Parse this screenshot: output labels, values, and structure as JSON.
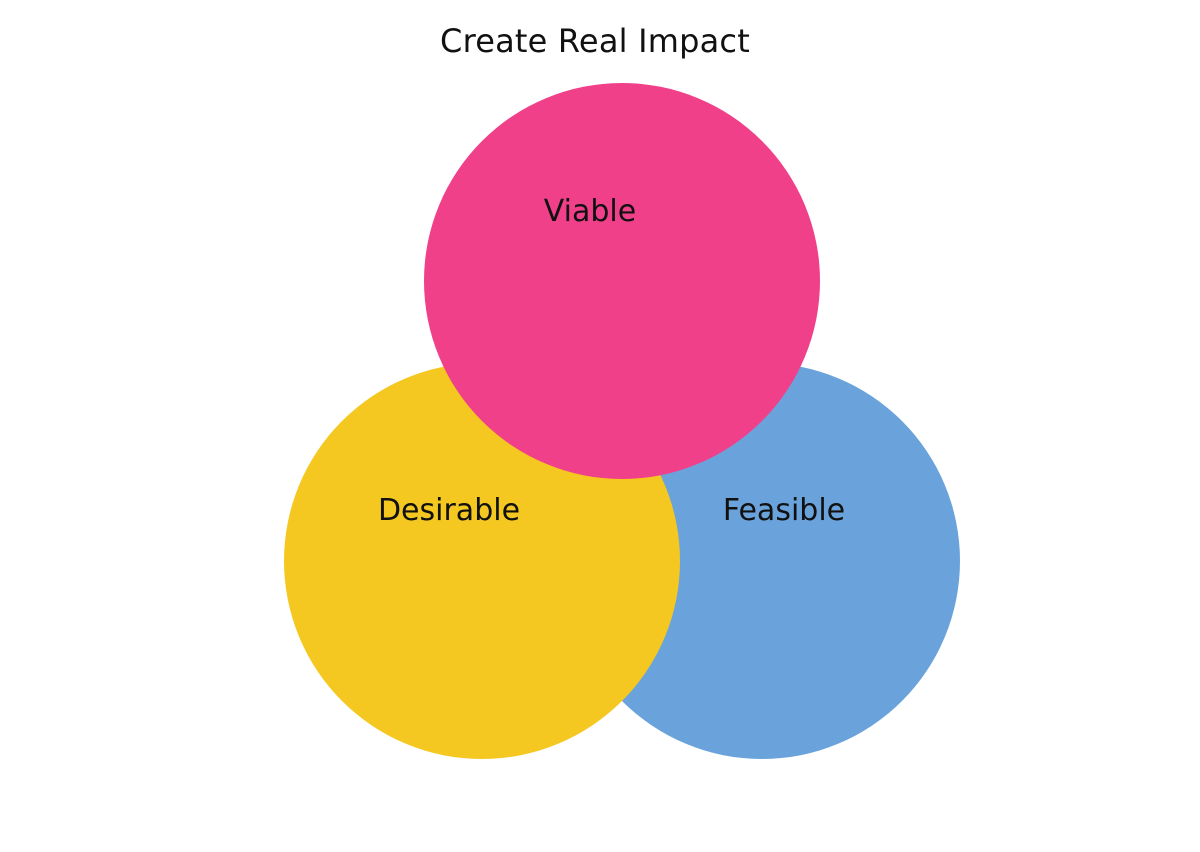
{
  "title": "Create Real Impact",
  "circles": [
    {
      "id": "feasible",
      "label": "Feasible",
      "color": "#6aa3db"
    },
    {
      "id": "desirable",
      "label": "Desirable",
      "color": "#f4c820"
    },
    {
      "id": "viable",
      "label": "Viable",
      "color": "#f0408a"
    }
  ]
}
